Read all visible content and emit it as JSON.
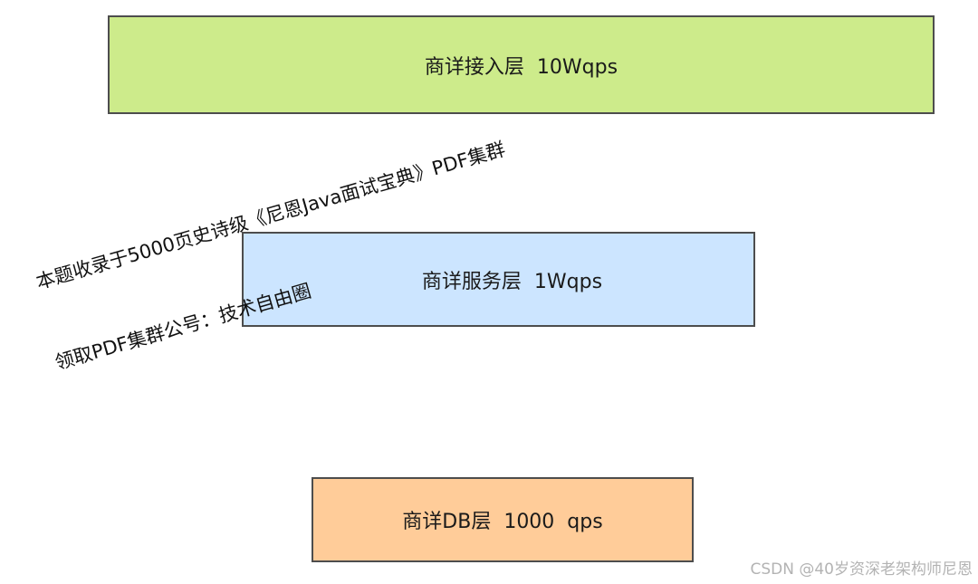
{
  "diagram": {
    "layers": [
      {
        "id": "access",
        "label": "商详接入层  10Wqps",
        "fill": "#cdeb8b"
      },
      {
        "id": "service",
        "label": "商详服务层  1Wqps",
        "fill": "#cce5ff"
      },
      {
        "id": "db",
        "label": "商详DB层  1000  qps",
        "fill": "#ffcc99"
      }
    ],
    "border_color": "#4d4d4d"
  },
  "watermark": {
    "line1": "本题收录于5000页史诗级《尼恩Java面试宝典》PDF集群",
    "line2": "领取PDF集群公号：技术自由圈"
  },
  "credit": {
    "text": "CSDN @40岁资深老架构师尼恩"
  }
}
